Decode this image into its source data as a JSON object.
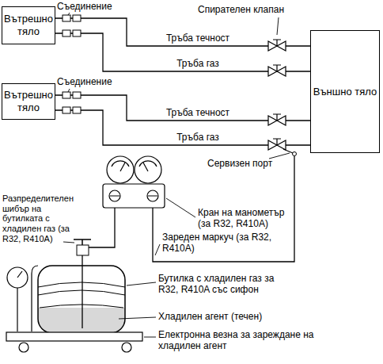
{
  "diagram": {
    "nodes": [
      {
        "text": [
          "Вътрешно тяло"
        ]
      },
      {
        "text": [
          "Вътрешно тяло"
        ]
      },
      {
        "text": [
          "Външно тяло"
        ]
      }
    ],
    "edges": [
      {
        "from": 0,
        "to": 2,
        "label": "Тръба течност",
        "arrow": "none"
      },
      {
        "from": 0,
        "to": 2,
        "label": "Тръба газ",
        "arrow": "none"
      },
      {
        "from": 1,
        "to": 2,
        "label": "Тръба течност",
        "arrow": "none"
      },
      {
        "from": 1,
        "to": 2,
        "label": "Тръба газ",
        "arrow": "none"
      }
    ],
    "labels": [
      "Съединение",
      "Спирателен клапан",
      "Съединение",
      "Сервизен порт",
      "Разпределителен шибър на бутилката с хладилен газ (за R32, R410A)",
      "Кран на манометър (за R32, R410A)",
      "Зареден маркуч (за R32, R410A)",
      "Бутилка с хладилен газ за R32, R410A със сифон",
      "Хладилен агент (течен)",
      "Електронна везна за зареждане на хладилен агент"
    ]
  }
}
